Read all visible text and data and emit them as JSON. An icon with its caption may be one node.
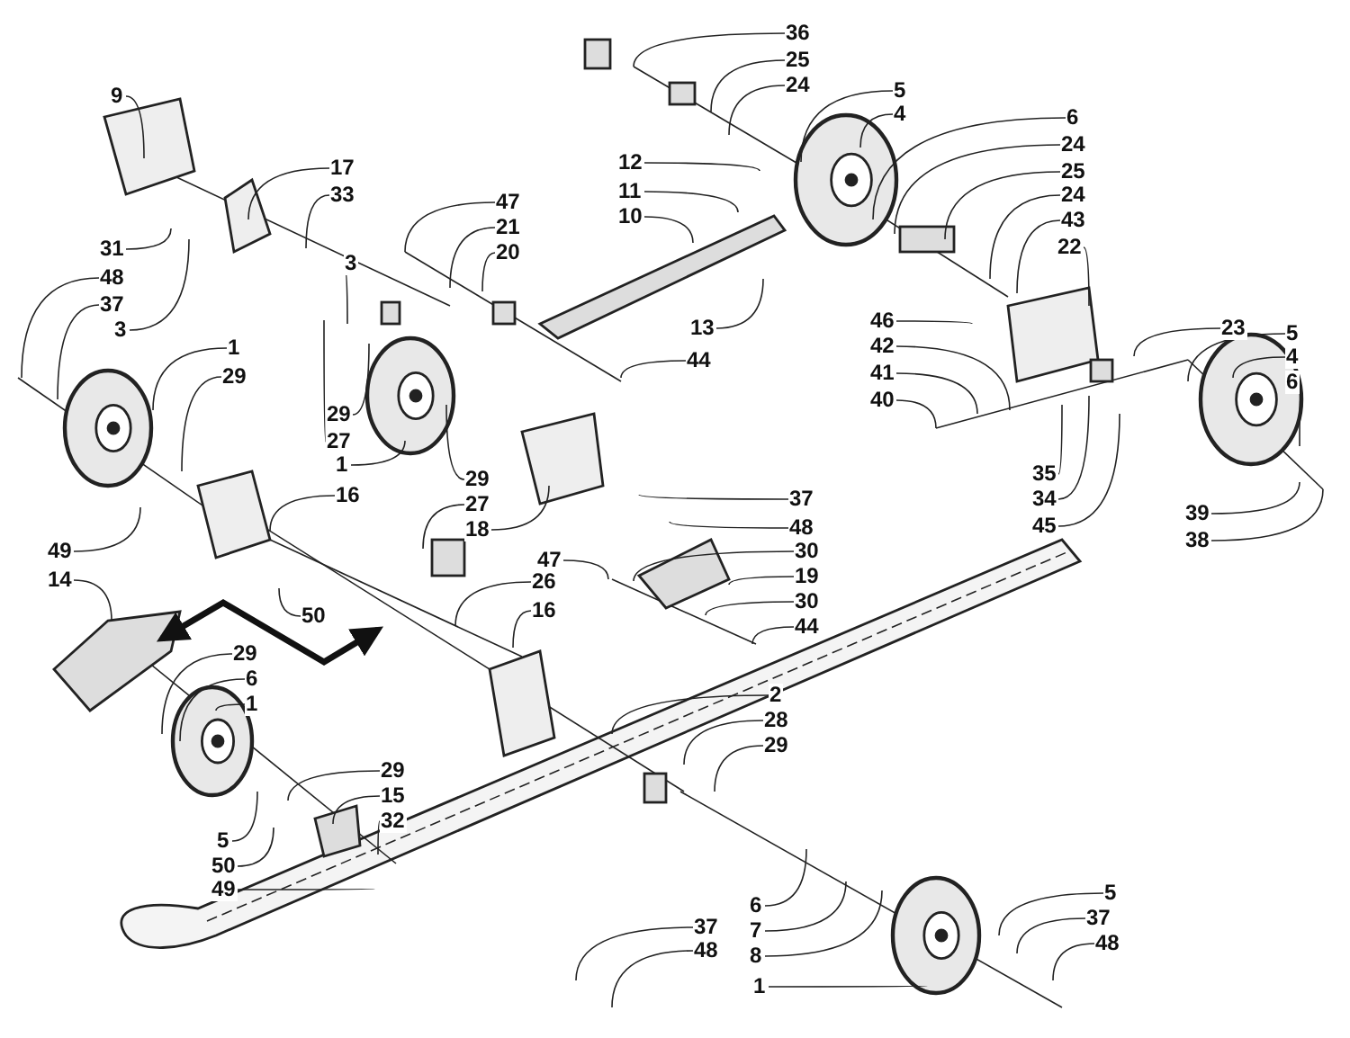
{
  "diagram": {
    "nodes": [
      {
        "text": [
          "9"
        ]
      },
      {
        "text": [
          "36"
        ]
      },
      {
        "text": [
          "25"
        ]
      },
      {
        "text": [
          "24"
        ]
      },
      {
        "text": [
          "5"
        ]
      },
      {
        "text": [
          "4"
        ]
      },
      {
        "text": [
          "6"
        ]
      },
      {
        "text": [
          "24"
        ]
      },
      {
        "text": [
          "25"
        ]
      },
      {
        "text": [
          "24"
        ]
      },
      {
        "text": [
          "43"
        ]
      },
      {
        "text": [
          "22"
        ]
      },
      {
        "text": [
          "12"
        ]
      },
      {
        "text": [
          "11"
        ]
      },
      {
        "text": [
          "10"
        ]
      },
      {
        "text": [
          "17"
        ]
      },
      {
        "text": [
          "33"
        ]
      },
      {
        "text": [
          "47"
        ]
      },
      {
        "text": [
          "21"
        ]
      },
      {
        "text": [
          "20"
        ]
      },
      {
        "text": [
          "31"
        ]
      },
      {
        "text": [
          "48"
        ]
      },
      {
        "text": [
          "37"
        ]
      },
      {
        "text": [
          "3"
        ]
      },
      {
        "text": [
          "3"
        ]
      },
      {
        "text": [
          "13"
        ]
      },
      {
        "text": [
          "44"
        ]
      },
      {
        "text": [
          "46"
        ]
      },
      {
        "text": [
          "42"
        ]
      },
      {
        "text": [
          "41"
        ]
      },
      {
        "text": [
          "40"
        ]
      },
      {
        "text": [
          "23"
        ]
      },
      {
        "text": [
          "5"
        ]
      },
      {
        "text": [
          "4"
        ]
      },
      {
        "text": [
          "6"
        ]
      },
      {
        "text": [
          "1"
        ]
      },
      {
        "text": [
          "29"
        ]
      },
      {
        "text": [
          "29"
        ]
      },
      {
        "text": [
          "27"
        ]
      },
      {
        "text": [
          "1"
        ]
      },
      {
        "text": [
          "29"
        ]
      },
      {
        "text": [
          "27"
        ]
      },
      {
        "text": [
          "18"
        ]
      },
      {
        "text": [
          "37"
        ]
      },
      {
        "text": [
          "48"
        ]
      },
      {
        "text": [
          "35"
        ]
      },
      {
        "text": [
          "34"
        ]
      },
      {
        "text": [
          "45"
        ]
      },
      {
        "text": [
          "39"
        ]
      },
      {
        "text": [
          "38"
        ]
      },
      {
        "text": [
          "16"
        ]
      },
      {
        "text": [
          "49"
        ]
      },
      {
        "text": [
          "14"
        ]
      },
      {
        "text": [
          "50"
        ]
      },
      {
        "text": [
          "47"
        ]
      },
      {
        "text": [
          "30"
        ]
      },
      {
        "text": [
          "19"
        ]
      },
      {
        "text": [
          "30"
        ]
      },
      {
        "text": [
          "26"
        ]
      },
      {
        "text": [
          "16"
        ]
      },
      {
        "text": [
          "44"
        ]
      },
      {
        "text": [
          "29"
        ]
      },
      {
        "text": [
          "6"
        ]
      },
      {
        "text": [
          "1"
        ]
      },
      {
        "text": [
          "2"
        ]
      },
      {
        "text": [
          "28"
        ]
      },
      {
        "text": [
          "29"
        ]
      },
      {
        "text": [
          "29"
        ]
      },
      {
        "text": [
          "15"
        ]
      },
      {
        "text": [
          "32"
        ]
      },
      {
        "text": [
          "5"
        ]
      },
      {
        "text": [
          "50"
        ]
      },
      {
        "text": [
          "49"
        ]
      },
      {
        "text": [
          "6"
        ]
      },
      {
        "text": [
          "7"
        ]
      },
      {
        "text": [
          "8"
        ]
      },
      {
        "text": [
          "1"
        ]
      },
      {
        "text": [
          "37"
        ]
      },
      {
        "text": [
          "48"
        ]
      },
      {
        "text": [
          "5"
        ]
      },
      {
        "text": [
          "37"
        ]
      },
      {
        "text": [
          "48"
        ]
      }
    ],
    "edges": [
      {
        "from": 0,
        "to": null,
        "arrow": "none"
      },
      {
        "from": 1,
        "to": null,
        "arrow": "none"
      },
      {
        "from": 2,
        "to": null,
        "arrow": "none"
      },
      {
        "from": 3,
        "to": null,
        "arrow": "none"
      },
      {
        "from": 4,
        "to": null,
        "arrow": "none"
      },
      {
        "from": 5,
        "to": null,
        "arrow": "none"
      },
      {
        "from": 6,
        "to": null,
        "arrow": "none"
      },
      {
        "from": 7,
        "to": null,
        "arrow": "none"
      },
      {
        "from": 8,
        "to": null,
        "arrow": "none"
      },
      {
        "from": 9,
        "to": null,
        "arrow": "none"
      },
      {
        "from": 10,
        "to": null,
        "arrow": "none"
      },
      {
        "from": 11,
        "to": null,
        "arrow": "none"
      },
      {
        "from": 12,
        "to": null,
        "arrow": "none"
      },
      {
        "from": 13,
        "to": null,
        "arrow": "none"
      },
      {
        "from": 14,
        "to": null,
        "arrow": "none"
      },
      {
        "from": 15,
        "to": null,
        "arrow": "none"
      },
      {
        "from": 16,
        "to": null,
        "arrow": "none"
      },
      {
        "from": 17,
        "to": null,
        "arrow": "none"
      },
      {
        "from": 18,
        "to": null,
        "arrow": "none"
      },
      {
        "from": 19,
        "to": null,
        "arrow": "none"
      },
      {
        "from": 20,
        "to": null,
        "arrow": "none"
      },
      {
        "from": 21,
        "to": null,
        "arrow": "none"
      },
      {
        "from": 22,
        "to": null,
        "arrow": "none"
      },
      {
        "from": 23,
        "to": null,
        "arrow": "none"
      },
      {
        "from": 24,
        "to": null,
        "arrow": "none"
      },
      {
        "from": 25,
        "to": null,
        "arrow": "none"
      },
      {
        "from": 26,
        "to": null,
        "arrow": "none"
      },
      {
        "from": 27,
        "to": null,
        "arrow": "none"
      },
      {
        "from": 28,
        "to": null,
        "arrow": "none"
      },
      {
        "from": 29,
        "to": null,
        "arrow": "none"
      },
      {
        "from": 30,
        "to": null,
        "arrow": "none"
      },
      {
        "from": 31,
        "to": null,
        "arrow": "none"
      },
      {
        "from": 32,
        "to": null,
        "arrow": "none"
      },
      {
        "from": 33,
        "to": null,
        "arrow": "none"
      },
      {
        "from": 34,
        "to": null,
        "arrow": "none"
      },
      {
        "from": 35,
        "to": null,
        "arrow": "none"
      },
      {
        "from": 36,
        "to": null,
        "arrow": "none"
      },
      {
        "from": 37,
        "to": null,
        "arrow": "none"
      },
      {
        "from": 38,
        "to": null,
        "arrow": "none"
      },
      {
        "from": 39,
        "to": null,
        "arrow": "none"
      },
      {
        "from": 40,
        "to": null,
        "arrow": "none"
      },
      {
        "from": 41,
        "to": null,
        "arrow": "none"
      },
      {
        "from": 42,
        "to": null,
        "arrow": "none"
      },
      {
        "from": 43,
        "to": null,
        "arrow": "none"
      },
      {
        "from": 44,
        "to": null,
        "arrow": "none"
      },
      {
        "from": 45,
        "to": null,
        "arrow": "none"
      },
      {
        "from": 46,
        "to": null,
        "arrow": "none"
      },
      {
        "from": 47,
        "to": null,
        "arrow": "none"
      },
      {
        "from": 48,
        "to": null,
        "arrow": "none"
      },
      {
        "from": 49,
        "to": null,
        "arrow": "none"
      },
      {
        "from": 50,
        "to": null,
        "arrow": "none"
      },
      {
        "from": 51,
        "to": null,
        "arrow": "none"
      },
      {
        "from": 52,
        "to": null,
        "arrow": "none"
      },
      {
        "from": 53,
        "to": null,
        "arrow": "none"
      },
      {
        "from": 54,
        "to": null,
        "arrow": "none"
      },
      {
        "from": 55,
        "to": null,
        "arrow": "none"
      },
      {
        "from": 56,
        "to": null,
        "arrow": "none"
      },
      {
        "from": 57,
        "to": null,
        "arrow": "none"
      },
      {
        "from": 58,
        "to": null,
        "arrow": "none"
      },
      {
        "from": 59,
        "to": null,
        "arrow": "none"
      },
      {
        "from": 60,
        "to": null,
        "arrow": "none"
      },
      {
        "from": 61,
        "to": null,
        "arrow": "none"
      },
      {
        "from": 62,
        "to": null,
        "arrow": "none"
      },
      {
        "from": 63,
        "to": null,
        "arrow": "none"
      },
      {
        "from": 64,
        "to": null,
        "arrow": "none"
      },
      {
        "from": 65,
        "to": null,
        "arrow": "none"
      },
      {
        "from": 66,
        "to": null,
        "arrow": "none"
      },
      {
        "from": 67,
        "to": null,
        "arrow": "none"
      },
      {
        "from": 68,
        "to": null,
        "arrow": "none"
      },
      {
        "from": 69,
        "to": null,
        "arrow": "none"
      },
      {
        "from": 70,
        "to": null,
        "arrow": "none"
      },
      {
        "from": 71,
        "to": null,
        "arrow": "none"
      },
      {
        "from": 72,
        "to": null,
        "arrow": "none"
      },
      {
        "from": 73,
        "to": null,
        "arrow": "none"
      },
      {
        "from": 74,
        "to": null,
        "arrow": "none"
      },
      {
        "from": 75,
        "to": null,
        "arrow": "none"
      },
      {
        "from": 76,
        "to": null,
        "arrow": "none"
      },
      {
        "from": 77,
        "to": null,
        "arrow": "none"
      },
      {
        "from": 78,
        "to": null,
        "arrow": "none"
      },
      {
        "from": 79,
        "to": null,
        "arrow": "none"
      },
      {
        "from": 80,
        "to": null,
        "arrow": "none"
      },
      {
        "from": 81,
        "to": null,
        "arrow": "none"
      }
    ]
  }
}
